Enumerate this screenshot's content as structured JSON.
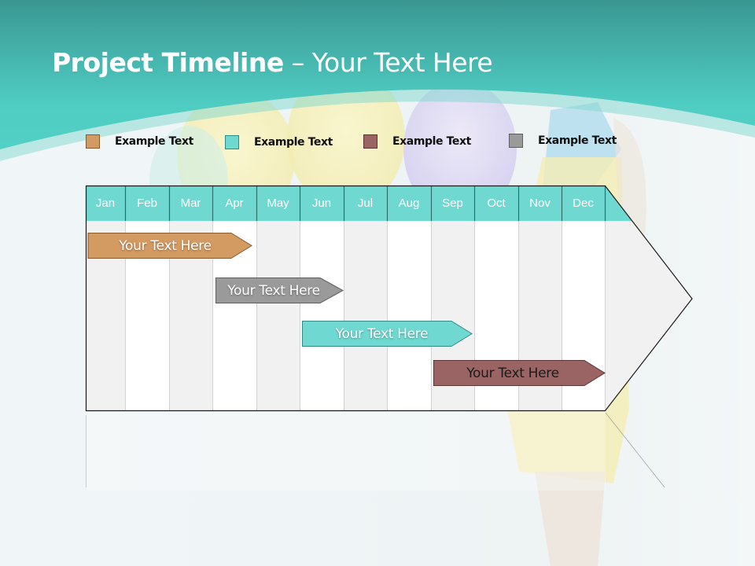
{
  "slide": {
    "title_bold": "Project Timeline",
    "title_rest": " – Your Text Here"
  },
  "colors": {
    "header_teal": "#4fcdc3",
    "header_teal_dark": "#3a9792",
    "month_header": "#6fd9d1",
    "col_shade": "#f1f1f1",
    "col_white": "#ffffff"
  },
  "legend": [
    {
      "label": "Example Text",
      "color": "#d39a62",
      "border": "#8a5a2e"
    },
    {
      "label": "Example Text",
      "color": "#6fd9d1",
      "border": "#2f8a84"
    },
    {
      "label": "Example Text",
      "color": "#9a6464",
      "border": "#5e3535"
    },
    {
      "label": "Example Text",
      "color": "#9a9a9a",
      "border": "#5e5e5e"
    }
  ],
  "timeline": {
    "months": [
      "Jan",
      "Feb",
      "Mar",
      "Apr",
      "May",
      "Jun",
      "Jul",
      "Aug",
      "Sep",
      "Oct",
      "Nov",
      "Dec"
    ],
    "tasks": [
      {
        "label": "Your  Text Here",
        "color": "#d39a62",
        "start_month": "Jan",
        "end_month": "May"
      },
      {
        "label": "Your  Text Here",
        "color": "#9a9a9a",
        "start_month": "Apr",
        "end_month": "Jun"
      },
      {
        "label": "Your  Text Here",
        "color": "#6fd9d1",
        "start_month": "Jun",
        "end_month": "Sep"
      },
      {
        "label": "Your  Text Here",
        "color": "#9a6464",
        "start_month": "Sep",
        "end_month": "Dec"
      }
    ]
  }
}
